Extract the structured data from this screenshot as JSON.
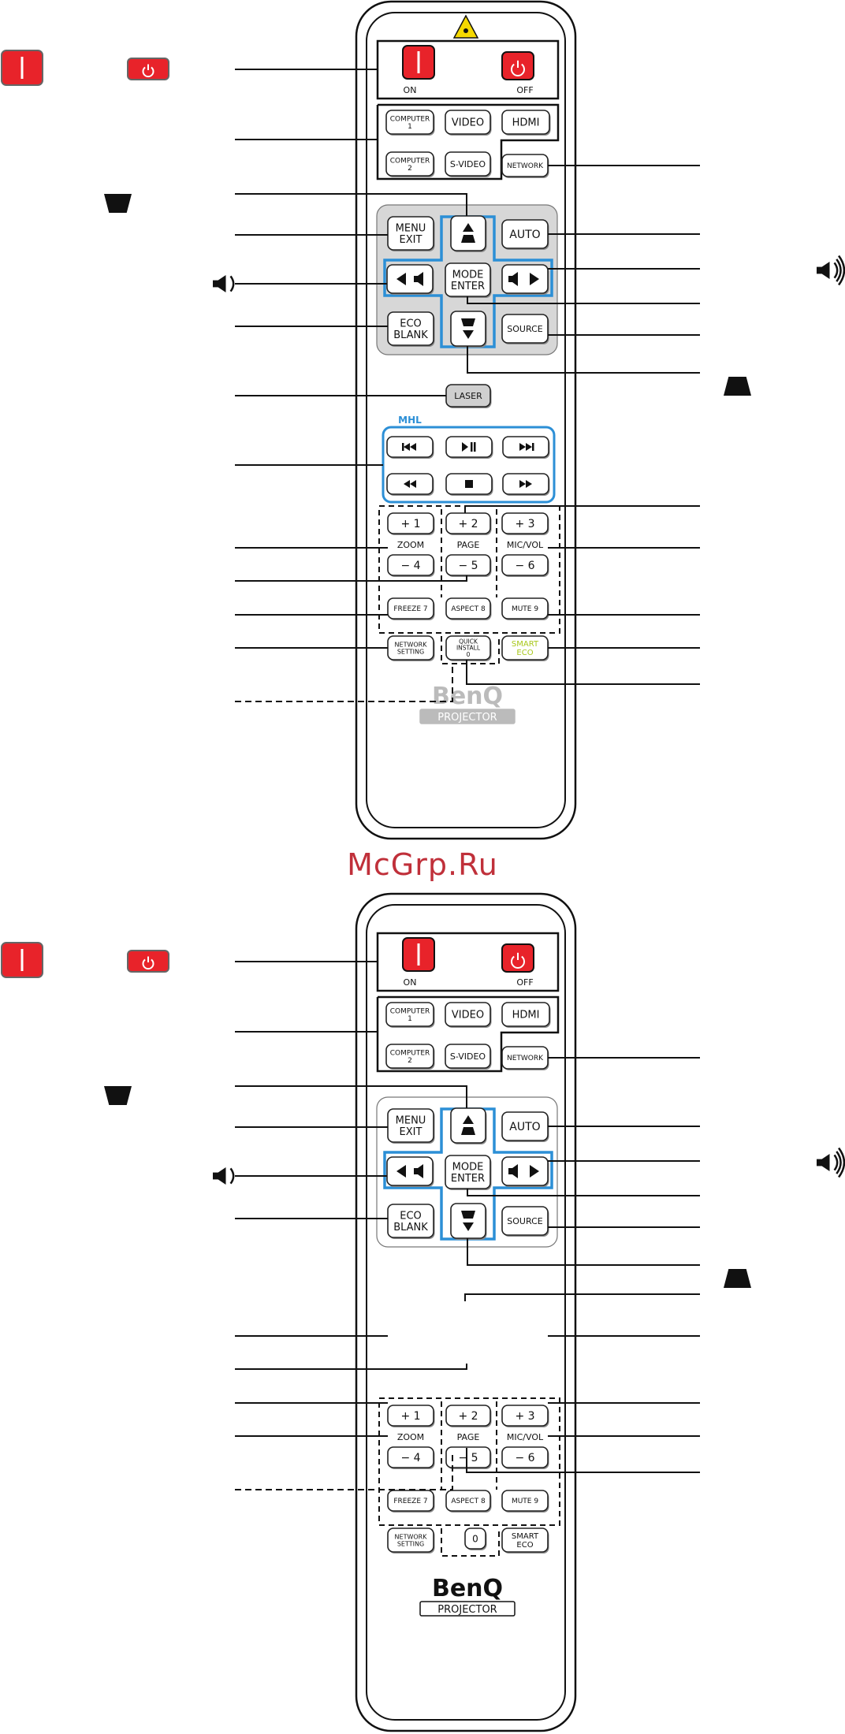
{
  "colors": {
    "power_red": "#e8232a",
    "dpad_blue": "#2c8fd6",
    "mhl_blue": "#2c8fd6",
    "smart_eco_green": "#a8c81a",
    "watermark_red": "#c0303a",
    "body_fill": "#ffffff",
    "nav_panel": "#d7d7d7"
  },
  "watermark": "McGrp.Ru",
  "remote_top": {
    "on_label": "ON",
    "off_label": "OFF",
    "buttons": {
      "computer1": [
        "COMPUTER",
        "1"
      ],
      "video": "VIDEO",
      "hdmi": "HDMI",
      "computer2": [
        "COMPUTER",
        "2"
      ],
      "svideo": "S-VIDEO",
      "network": "NETWORK",
      "menu_exit": [
        "MENU",
        "EXIT"
      ],
      "auto": "AUTO",
      "mode_enter": [
        "MODE",
        "ENTER"
      ],
      "eco_blank": [
        "ECO",
        "BLANK"
      ],
      "source": "SOURCE",
      "laser": "LASER",
      "mhl_label": "MHL",
      "plus1": "+ 1",
      "plus2": "+ 2",
      "plus3": "+ 3",
      "zoom": "ZOOM",
      "page": "PAGE",
      "micvol": "MIC/VOL",
      "minus4": "− 4",
      "minus5": "− 5",
      "minus6": "− 6",
      "freeze": "FREEZE 7",
      "aspect": "ASPECT 8",
      "mute": "MUTE 9",
      "network_setting": [
        "NETWORK",
        "SETTING"
      ],
      "quick_install": [
        "QUICK",
        "INSTALL",
        "0"
      ],
      "smart_eco": [
        "SMART",
        "ECO"
      ]
    },
    "brand": "BenQ",
    "product": "PROJECTOR"
  },
  "remote_bottom": {
    "on_label": "ON",
    "off_label": "OFF",
    "buttons": {
      "computer1": [
        "COMPUTER",
        "1"
      ],
      "video": "VIDEO",
      "hdmi": "HDMI",
      "computer2": [
        "COMPUTER",
        "2"
      ],
      "svideo": "S-VIDEO",
      "network": "NETWORK",
      "menu_exit": [
        "MENU",
        "EXIT"
      ],
      "auto": "AUTO",
      "mode_enter": [
        "MODE",
        "ENTER"
      ],
      "eco_blank": [
        "ECO",
        "BLANK"
      ],
      "source": "SOURCE",
      "plus1": "+ 1",
      "plus2": "+ 2",
      "plus3": "+ 3",
      "zoom": "ZOOM",
      "page": "PAGE",
      "micvol": "MIC/VOL",
      "minus4": "− 4",
      "minus5": "− 5",
      "minus6": "− 6",
      "freeze": "FREEZE 7",
      "aspect": "ASPECT 8",
      "mute": "MUTE 9",
      "network_setting": [
        "NETWORK",
        "SETTING"
      ],
      "zero": "0",
      "smart_eco": [
        "SMART",
        "ECO"
      ]
    },
    "brand": "BenQ",
    "product": "PROJECTOR"
  },
  "icons": {
    "left_top": [
      "power-on-icon",
      "power-off-icon",
      "keystone-down-icon",
      "volume-down-icon"
    ],
    "right_top": [
      "volume-up-icon",
      "keystone-up-icon"
    ]
  }
}
